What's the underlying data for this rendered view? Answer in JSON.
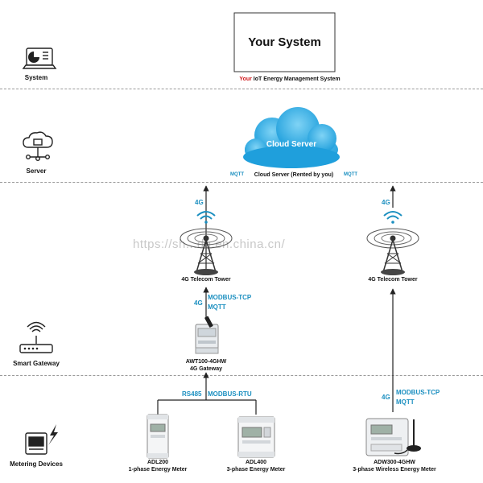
{
  "watermark": "https://sh...dq.en.china.cn/",
  "layers": {
    "system": "System",
    "server": "Server",
    "gateway": "Smart Gateway",
    "metering": "Metering Devices"
  },
  "system_box": {
    "title": "Your System",
    "caption_highlight": "Your",
    "caption_rest": " IoT Energy Management System"
  },
  "cloud": {
    "label": "Cloud Server",
    "caption": "Cloud Server (Rented by you)",
    "mqtt_left": "MQTT",
    "mqtt_right": "MQTT"
  },
  "towers": {
    "left_caption": "4G Telecom Tower",
    "right_caption": "4G Telecom Tower",
    "left_link": "4G",
    "right_link": "4G"
  },
  "gateway_link": {
    "g4": "4G",
    "proto1": "MODBUS-TCP",
    "proto2": "MQTT"
  },
  "gateway": {
    "model": "AWT100-4GHW",
    "desc": "4G Gateway"
  },
  "meter_link": {
    "left": "RS485",
    "right": "MODBUS-RTU"
  },
  "wireless_link": {
    "g4": "4G",
    "proto1": "MODBUS-TCP",
    "proto2": "MQTT"
  },
  "meters": [
    {
      "model": "ADL200",
      "desc": "1-phase Energy Meter"
    },
    {
      "model": "ADL400",
      "desc": "3-phase Energy Meter"
    },
    {
      "model": "ADW300-4GHW",
      "desc": "3-phase Wireless Energy Meter"
    }
  ],
  "colors": {
    "accent_blue": "#1b8fc0",
    "highlight_red": "#d0191c",
    "divider": "#9a9a9a"
  }
}
